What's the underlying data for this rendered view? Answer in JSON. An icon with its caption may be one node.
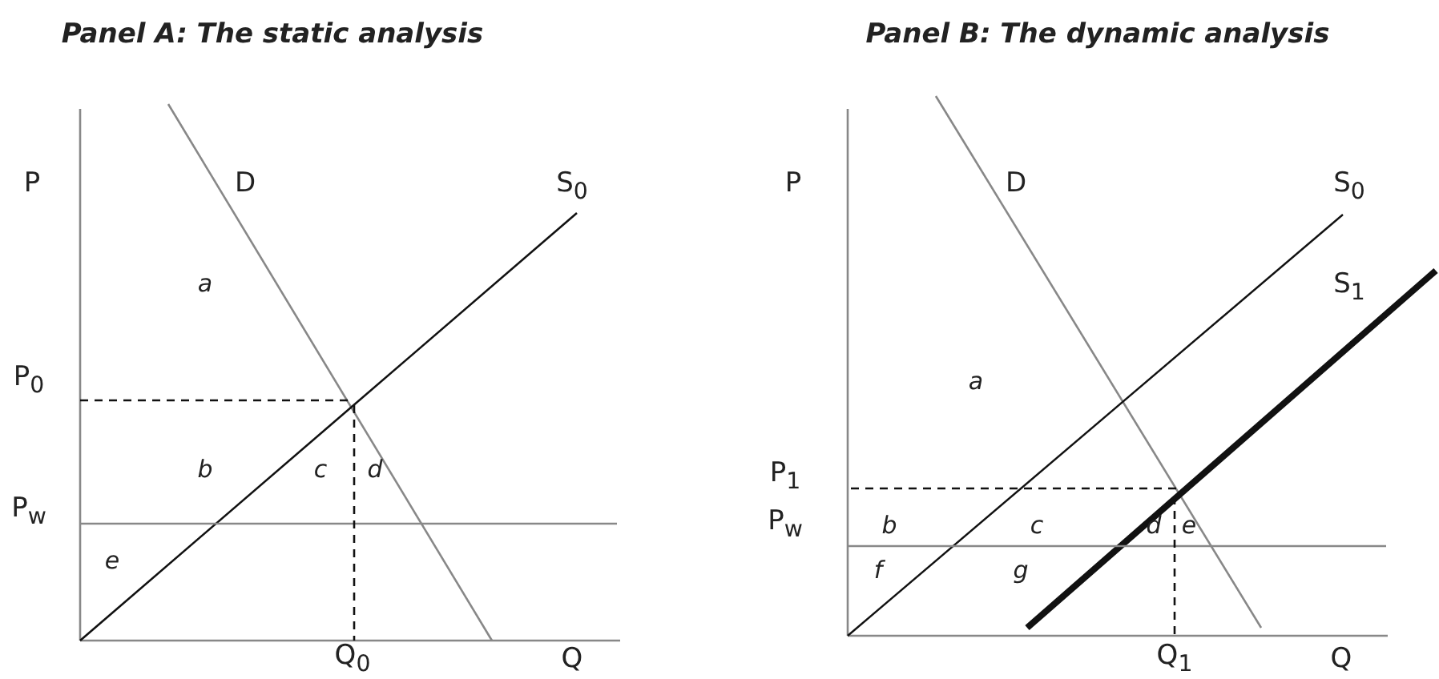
{
  "diagram": {
    "labels": [
      "Panel A: The static analysis",
      "Panel B: The dynamic analysis",
      "P",
      "D",
      "S$_{0}$",
      "a",
      "P$_{0}$",
      "b",
      "c",
      "d",
      "P$_{w}$",
      "e",
      "Q$_{0}$",
      "Q",
      "P",
      "D",
      "S$_{0}$",
      "S$_{1}$",
      "a",
      "P$_{1}$",
      "P$_{w}$",
      "b",
      "c",
      "d",
      "e",
      "f",
      "g",
      "Q$_{1}$",
      "Q"
    ]
  }
}
